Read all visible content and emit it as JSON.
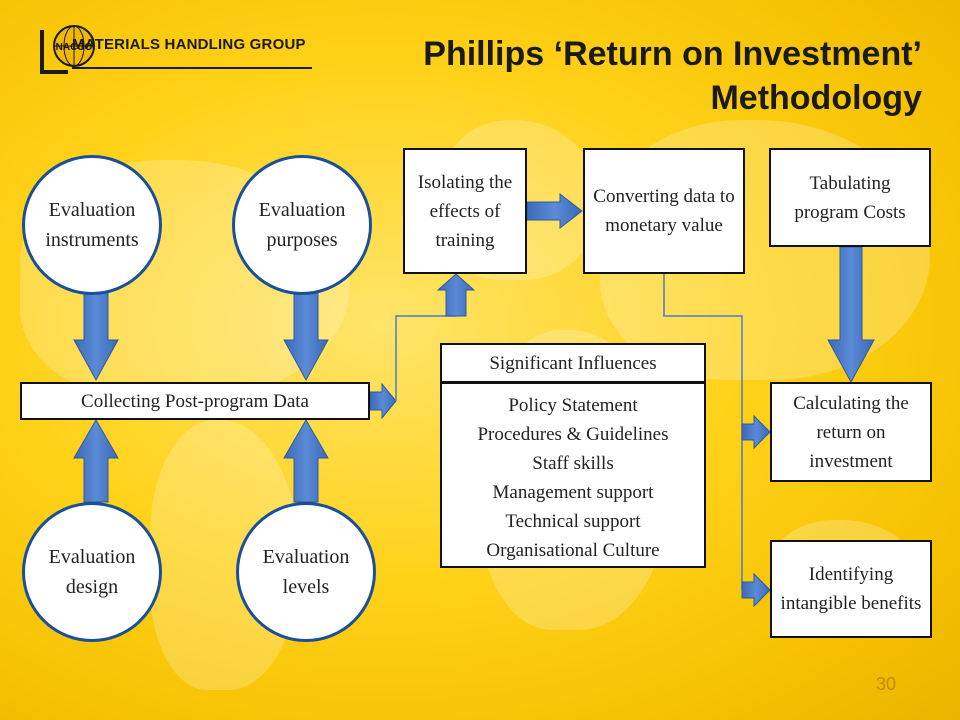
{
  "header": {
    "logo_text": "MATERIALS HANDLING GROUP",
    "logo_badge": "NACCO",
    "title_line1": "Phillips ‘Return on Investment’",
    "title_line2": "Methodology"
  },
  "diagram": {
    "circles": {
      "evaluation_instruments": "Evaluation instruments",
      "evaluation_purposes": "Evaluation purposes",
      "evaluation_design": "Evaluation design",
      "evaluation_levels": "Evaluation levels"
    },
    "boxes": {
      "collecting_data": "Collecting Post-program Data",
      "isolating_effects": "Isolating the effects of training",
      "converting_data": "Converting data to monetary value",
      "tabulating_costs": "Tabulating program Costs",
      "calculating_roi": "Calculating the return on investment",
      "identifying_benefits": "Identifying intangible benefits",
      "significant_influences": "Significant Influences"
    },
    "influences": [
      "Policy Statement",
      "Procedures & Guidelines",
      "Staff skills",
      "Management support",
      "Technical support",
      "Organisational Culture"
    ],
    "arrow_color": "#4a7cc7",
    "connector_color": "#4a7cc7"
  },
  "footer": {
    "page_number": "30"
  }
}
